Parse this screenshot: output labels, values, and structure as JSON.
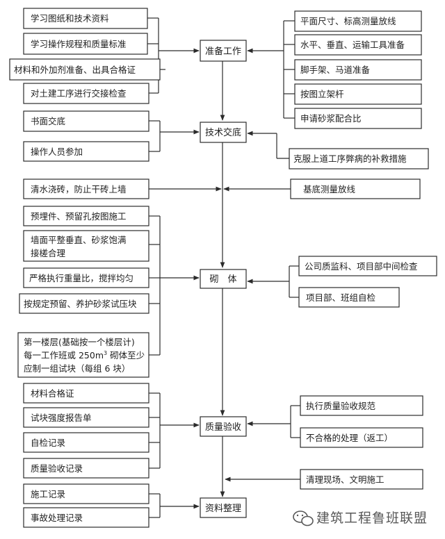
{
  "stages": {
    "prep": "准备工作",
    "tech": "技术交底",
    "masonry": "砌　体",
    "quality": "质量验收",
    "records": "资料整理"
  },
  "prep_left": [
    "学习图纸和技术资料",
    "学习操作规程和质量标准",
    "材料和外加剂准备、出具合格证",
    "对土建工序进行交接检查"
  ],
  "prep_right": [
    "平面尺寸、标高测量放线",
    "水平、垂直、运输工具准备",
    "脚手架、马道准备",
    "按图立架杆",
    "申请砂浆配合比"
  ],
  "tech_left": [
    "书面交底",
    "操作人员参加"
  ],
  "tech_right": "克服上道工序弊病的补救措施",
  "mid_left": "清水浇砖，防止干砖上墙",
  "mid_right": "基底测量放线",
  "masonry_left": [
    "预埋件、预留孔按图施工",
    "墙面平整垂直、砂浆饱满",
    "接槎合理",
    "严格执行重量比，搅拌均匀",
    "按规定预留、养护砂浆试压块",
    "第一楼层(基础按一个楼层计)",
    "每一工作班或 250m",
    "3",
    " 砌体至少",
    "应制一组试块（每组 6 块）"
  ],
  "masonry_right": [
    "公司质监科、项目部中间检查",
    "项目部、班组自检"
  ],
  "quality_left": [
    "材料合格证",
    "试块强度报告单",
    "自检记录",
    "质量验收记录"
  ],
  "quality_right": [
    "执行质量验收规范",
    "不合格的处理（返工）"
  ],
  "records_left": [
    "施工记录",
    "事故处理记录"
  ],
  "records_right": "清理现场、文明施工",
  "watermark": "建筑工程鲁班联盟"
}
